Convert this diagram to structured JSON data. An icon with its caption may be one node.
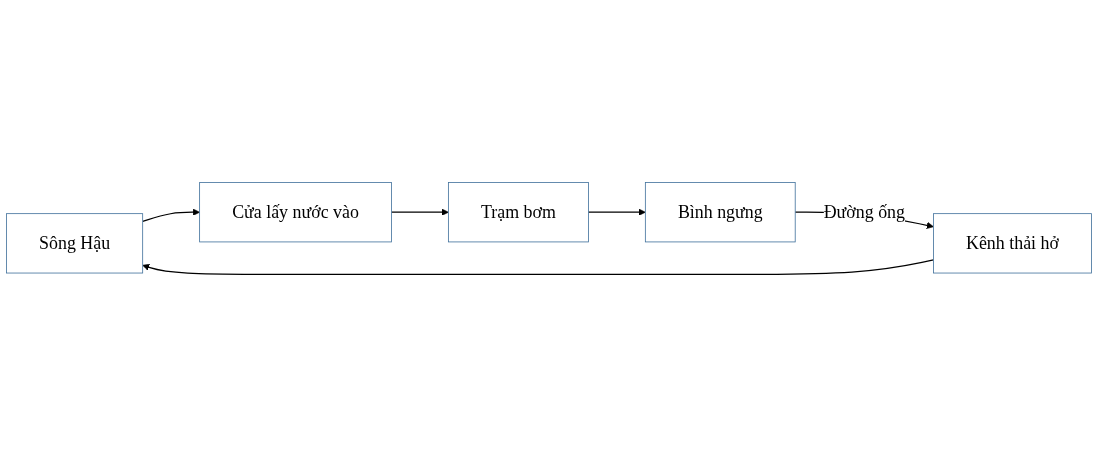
{
  "diagram": {
    "nodes": [
      {
        "text": [
          "Sông Hậu"
        ]
      },
      {
        "text": [
          "Cửa lấy nước vào"
        ]
      },
      {
        "text": [
          "Trạm bơm"
        ]
      },
      {
        "text": [
          "Bình ngưng"
        ]
      },
      {
        "text": [
          "Kênh thải hở"
        ]
      }
    ],
    "edges": [
      {
        "from": 0,
        "to": 1,
        "arrow": "to"
      },
      {
        "from": 1,
        "to": 2,
        "arrow": "to"
      },
      {
        "from": 2,
        "to": 3,
        "arrow": "to"
      },
      {
        "from": 3,
        "to": 4,
        "arrow": "to",
        "label": "Đường ống"
      },
      {
        "from": 4,
        "to": 0,
        "arrow": "to"
      }
    ]
  }
}
